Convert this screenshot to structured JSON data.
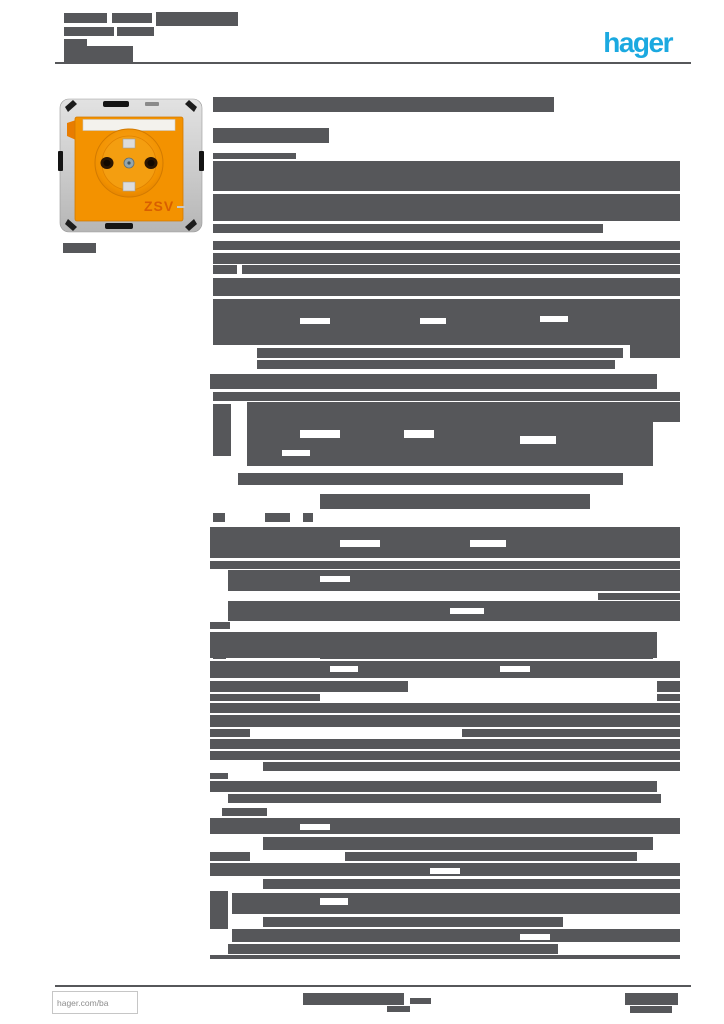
{
  "header": {
    "logo_text": "hager"
  },
  "product_image": {
    "label": "ZSV"
  },
  "footer": {
    "link_text": "hager.com/ba"
  },
  "colors": {
    "bar": "#56575a",
    "logo_blue": "#1ba9e0",
    "socket_orange": "#f39200",
    "socket_orange_dark": "#dd7c00",
    "zsv_label_orange": "#d85f00",
    "metal_gray": "#cdcdcd",
    "footer_text_gray": "#8d8d8d"
  },
  "redaction": {
    "header_blocks": [
      [
        64,
        13,
        43,
        10
      ],
      [
        112,
        13,
        40,
        10
      ],
      [
        156,
        12,
        82,
        14
      ],
      [
        64,
        27,
        50,
        9
      ],
      [
        117,
        27,
        37,
        9
      ],
      [
        64,
        39,
        23,
        7
      ],
      [
        64,
        46,
        69,
        17
      ]
    ],
    "title_blocks": [
      [
        213,
        97,
        341,
        15
      ],
      [
        213,
        128,
        116,
        15
      ]
    ],
    "caption_blocks": [
      [
        63,
        243,
        33,
        10
      ]
    ],
    "body_blocks": [
      [
        213,
        153,
        83,
        6
      ],
      [
        213,
        161,
        467,
        30
      ],
      [
        213,
        194,
        467,
        27
      ],
      [
        213,
        224,
        390,
        9
      ],
      [
        213,
        241,
        467,
        9
      ],
      [
        213,
        253,
        467,
        11
      ],
      [
        213,
        265,
        24,
        9
      ],
      [
        242,
        265,
        438,
        9
      ],
      [
        213,
        278,
        467,
        18
      ],
      [
        213,
        299,
        467,
        46
      ],
      [
        257,
        348,
        366,
        10
      ],
      [
        630,
        345,
        50,
        13
      ],
      [
        257,
        360,
        358,
        9
      ],
      [
        210,
        374,
        447,
        15
      ],
      [
        213,
        392,
        467,
        9
      ],
      [
        213,
        404,
        18,
        52
      ],
      [
        247,
        402,
        406,
        64
      ],
      [
        653,
        402,
        27,
        20
      ],
      [
        238,
        473,
        385,
        12
      ],
      [
        320,
        494,
        270,
        15
      ],
      [
        213,
        513,
        12,
        9
      ],
      [
        265,
        513,
        25,
        9
      ],
      [
        303,
        513,
        10,
        9
      ],
      [
        210,
        527,
        470,
        31
      ],
      [
        210,
        561,
        470,
        8
      ],
      [
        228,
        570,
        452,
        21
      ],
      [
        598,
        593,
        82,
        7
      ],
      [
        228,
        601,
        452,
        20
      ],
      [
        210,
        622,
        20,
        7
      ],
      [
        210,
        632,
        447,
        26
      ],
      [
        213,
        650,
        13,
        9
      ],
      [
        320,
        650,
        333,
        9
      ],
      [
        210,
        661,
        470,
        17
      ],
      [
        210,
        681,
        198,
        11
      ],
      [
        657,
        681,
        23,
        11
      ],
      [
        210,
        694,
        110,
        7
      ],
      [
        657,
        694,
        23,
        7
      ],
      [
        210,
        703,
        470,
        10
      ],
      [
        210,
        715,
        470,
        12
      ],
      [
        210,
        729,
        40,
        8
      ],
      [
        462,
        729,
        218,
        8
      ],
      [
        210,
        739,
        470,
        10
      ],
      [
        210,
        751,
        470,
        9
      ],
      [
        263,
        762,
        417,
        9
      ],
      [
        210,
        773,
        18,
        6
      ],
      [
        210,
        781,
        447,
        11
      ],
      [
        228,
        794,
        433,
        9
      ],
      [
        222,
        808,
        45,
        8
      ],
      [
        210,
        818,
        470,
        16
      ],
      [
        263,
        837,
        390,
        13
      ],
      [
        210,
        852,
        40,
        9
      ],
      [
        345,
        852,
        292,
        9
      ],
      [
        210,
        863,
        470,
        13
      ],
      [
        263,
        879,
        417,
        10
      ],
      [
        210,
        891,
        18,
        38
      ],
      [
        232,
        893,
        448,
        21
      ],
      [
        263,
        917,
        300,
        10
      ],
      [
        232,
        929,
        448,
        13
      ],
      [
        228,
        944,
        330,
        10
      ],
      [
        210,
        955,
        470,
        4
      ]
    ],
    "body_holes": [
      [
        300,
        318,
        30,
        6
      ],
      [
        420,
        318,
        26,
        6
      ],
      [
        540,
        316,
        28,
        6
      ],
      [
        300,
        430,
        40,
        8
      ],
      [
        404,
        430,
        30,
        8
      ],
      [
        520,
        436,
        36,
        8
      ],
      [
        282,
        450,
        28,
        6
      ],
      [
        340,
        540,
        40,
        7
      ],
      [
        470,
        540,
        36,
        7
      ],
      [
        320,
        576,
        30,
        6
      ],
      [
        450,
        608,
        34,
        6
      ],
      [
        330,
        666,
        28,
        6
      ],
      [
        500,
        666,
        30,
        6
      ],
      [
        300,
        824,
        30,
        6
      ],
      [
        430,
        868,
        30,
        6
      ],
      [
        320,
        898,
        28,
        7
      ],
      [
        520,
        934,
        30,
        6
      ]
    ],
    "footer_blocks": [
      [
        303,
        993,
        101,
        12
      ],
      [
        410,
        998,
        21,
        6
      ],
      [
        387,
        1006,
        23,
        6
      ],
      [
        625,
        993,
        53,
        12
      ],
      [
        630,
        1006,
        42,
        7
      ]
    ],
    "rules": [
      [
        55,
        62,
        636,
        2
      ],
      [
        55,
        985,
        636,
        2
      ]
    ]
  }
}
